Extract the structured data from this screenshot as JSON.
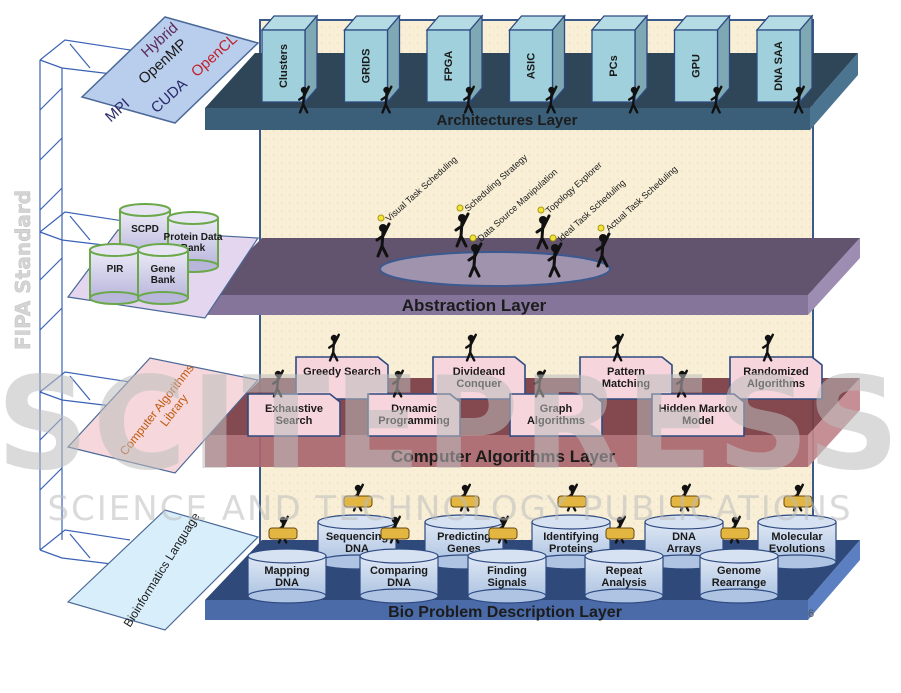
{
  "side_label": "FIPA Standard",
  "platforms": {
    "items": [
      "Hybrid",
      "OpenMP",
      "MPI",
      "CUDA",
      "OpenCL"
    ]
  },
  "databases": [
    "SCPD",
    "Protein Data Bank",
    "PIR",
    "Gene Bank"
  ],
  "library_panel": "Computer Algorithms Library",
  "language_panel": "Bioinformatics Language",
  "architectures": {
    "title": "Architectures Layer",
    "items": [
      "Clusters",
      "GRIDS",
      "FPGA",
      "ASIC",
      "PCs",
      "GPU",
      "DNA SAA"
    ]
  },
  "abstraction": {
    "title": "Abstraction Layer",
    "items": [
      "Visual Task Scheduling",
      "Scheduling Strategy",
      "Data Source Manipulation",
      "Topology Explorer",
      "Ideal Task Scheduling",
      "Actual Task Scheduling"
    ]
  },
  "algorithms": {
    "title": "Computer Algorithms  Layer",
    "back_row": [
      "Greedy Search",
      "Divideand Conquer",
      "Pattern Matching",
      "Randomized Algorithms"
    ],
    "front_row": [
      "Exhaustive Search",
      "Dynamic Programming",
      "Graph Algorithms",
      "Hidden Markov Model"
    ]
  },
  "bio": {
    "title": "Bio Problem Description Layer",
    "back_row": [
      "Sequencing DNA",
      "Predicting Genes",
      "Identifying Proteins",
      "DNA Arrays",
      "Molecular Evolutions"
    ],
    "front_row": [
      "Mapping DNA",
      "Comparing DNA",
      "Finding Signals",
      "Repeat Analysis",
      "Genome Rearrange"
    ]
  },
  "page_number": "6",
  "watermark": {
    "big": "SCITEPRESS",
    "sub": "SCIENCE AND TECHNOLOGY PUBLICATIONS"
  },
  "colors": {
    "arch_top": "#2e4657",
    "arch_front": "#3b5f78",
    "abs_top": "#62536f",
    "abs_front": "#85759a",
    "alg_top": "#7a3b42",
    "alg_front": "#a9666e",
    "bio_top": "#2f4a7a",
    "bio_front": "#4a6aa8",
    "panel_bg": "#f8f0d8",
    "opencl": "#c0202c",
    "hybrid": "#5a2a5a"
  }
}
